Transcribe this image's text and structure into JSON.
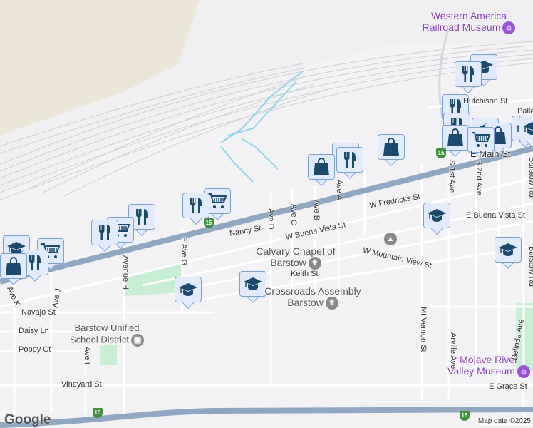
{
  "map": {
    "colors": {
      "background": "#f2f1f3",
      "highway": "#8fa7c3",
      "street": "#ffffff",
      "rail": "#cfcfd4",
      "park": "#c8efd3",
      "water": "#8fd6ea",
      "desert": "#ece6d8",
      "marker_fill": "#e2ebfb",
      "marker_border": "#7a9ede",
      "marker_icon": "#1a4b6e",
      "museum": "#8a3fd1"
    },
    "streets": [
      "Hutchison St",
      "Palle",
      "E Main St",
      "W Fredricks St",
      "E Buena Vista St",
      "W Buena Vista St",
      "Nancy St",
      "W Mountain View St",
      "Keith St",
      "Navajo St",
      "Daisy Ln",
      "Poppy Ct",
      "Vineyard St",
      "E Grace St",
      "Ave D",
      "Ave C",
      "Ave B",
      "Ave A",
      "E Ave G",
      "Avenue H",
      "Ave J",
      "Ave K",
      "Ave I",
      "S 1st Ave",
      "S 2nd Ave",
      "Barstow Rd",
      "Belinda Ave",
      "Arville Ave",
      "Mt Vernon St",
      "Barstow Rd"
    ],
    "highway_shield": "15",
    "places": [
      {
        "name": "Western America Railroad Museum",
        "icon": "museum-icon"
      },
      {
        "name": "Calvary Chapel of Barstow",
        "icon": "church-icon"
      },
      {
        "name": "Crossroads Assembly Barstow",
        "icon": "church-icon"
      },
      {
        "name": "Barstow Unified School District",
        "icon": "building-icon"
      },
      {
        "name": "Mojave River Valley Museum",
        "icon": "museum-icon"
      }
    ],
    "markers": [
      "school",
      "restaurant",
      "restaurant",
      "restaurant",
      "school",
      "shopping-bag",
      "shopping-bag",
      "shopping-cart",
      "school",
      "school",
      "shopping-bag",
      "restaurant",
      "restaurant",
      "shopping-bag",
      "school",
      "school",
      "school",
      "school",
      "shopping-cart",
      "restaurant",
      "restaurant",
      "shopping-cart",
      "restaurant",
      "shopping-cart",
      "school",
      "restaurant",
      "shopping-bag"
    ],
    "logo": "Google",
    "attribution": "Map data ©2025"
  }
}
